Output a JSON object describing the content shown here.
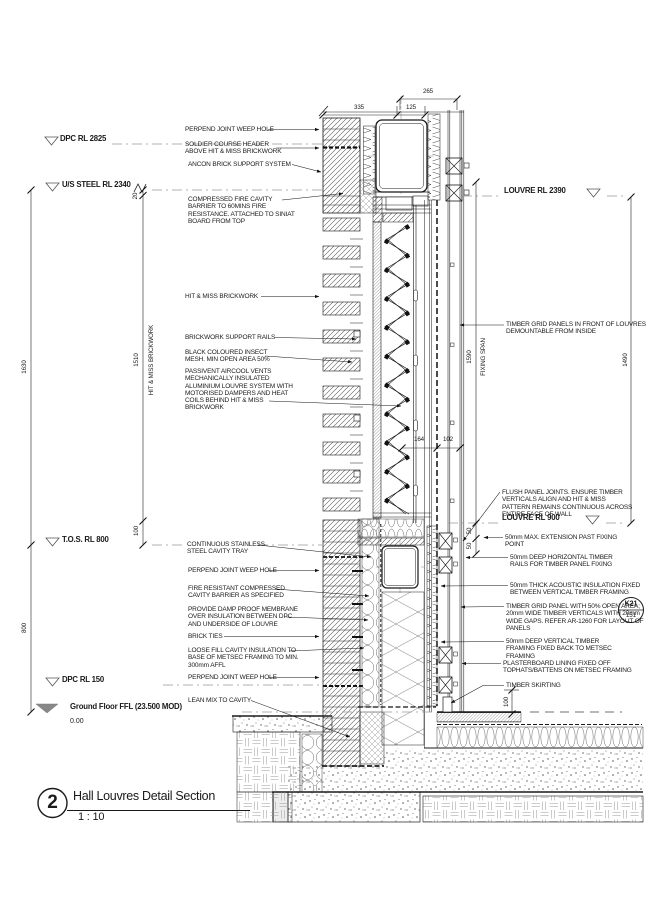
{
  "drawing": {
    "levels": {
      "dpc_2825": "DPC RL 2825",
      "us_steel_2340": "U/S STEEL RL 2340",
      "louvre_2390": "LOUVRE RL 2390",
      "tos_800": "T.O.S. RL 800",
      "louvre_900": "LOUVRE RL 900",
      "dpc_150": "DPC RL 150",
      "ground_ffl": "Ground Floor FFL (23.500 MOD)",
      "ground_ffl_value": "0.00"
    },
    "dims": {
      "top_265": "265",
      "top_335": "335",
      "top_125": "125",
      "left_1630": "1630",
      "left_20": "20",
      "left_1510": "1510",
      "left_hit_miss": "HIT & MISS BRICKWORK",
      "left_100": "100",
      "left_800": "800",
      "mid_164": "164",
      "mid_102": "102",
      "right_1590": "1590",
      "right_fixing_span": "FIXING SPAN",
      "right_1490": "1490",
      "right_50a": "50",
      "right_50b": "50",
      "bottom_100": "100"
    },
    "annotations_left": [
      {
        "lines": [
          "PERPEND JOINT WEEP HOLE"
        ]
      },
      {
        "lines": [
          "SOLDIER COURSE HEADER",
          "ABOVE HIT & MISS BRICKWORK"
        ]
      },
      {
        "lines": [
          "ANCON BRICK SUPPORT SYSTEM"
        ]
      },
      {
        "lines": [
          "COMPRESSED FIRE CAVITY",
          "BARRIER TO 60MINS FIRE",
          "RESISTANCE. ATTACHED TO SINIAT",
          "BOARD FROM TOP"
        ]
      },
      {
        "lines": [
          "HIT & MISS BRICKWORK"
        ]
      },
      {
        "lines": [
          "BRICKWORK SUPPORT RAILS"
        ]
      },
      {
        "lines": [
          "BLACK COLOURED INSECT",
          "MESH. MIN OPEN AREA 50%"
        ]
      },
      {
        "lines": [
          "PASSIVENT AIRCOOL VENTS",
          "MECHANICALLY INSULATED",
          "ALUMINIUM LOUVRE SYSTEM WITH",
          "MOTORISED DAMPERS AND HEAT",
          "COILS BEHIND HIT & MISS",
          "BRICKWORK"
        ]
      },
      {
        "lines": [
          "CONTINUOUS STAINLESS",
          "STEEL CAVITY TRAY"
        ]
      },
      {
        "lines": [
          "PERPEND JOINT WEEP HOLE"
        ]
      },
      {
        "lines": [
          "FIRE RESISTANT COMPRESSED",
          "CAVITY BARRIER AS SPECIFIED"
        ]
      },
      {
        "lines": [
          "PROVIDE DAMP PROOF MEMBRANE",
          "OVER INSULATION BETWEEN DPC",
          "AND UNDERSIDE OF LOUVRE"
        ]
      },
      {
        "lines": [
          "BRICK TIES"
        ]
      },
      {
        "lines": [
          "LOOSE FILL CAVITY INSULATION TO",
          "BASE OF METSEC FRAMING TO MIN.",
          "300mm AFFL"
        ]
      },
      {
        "lines": [
          "PERPEND JOINT WEEP HOLE"
        ]
      },
      {
        "lines": [
          "LEAN MIX TO CAVITY"
        ]
      }
    ],
    "annotations_right": [
      {
        "lines": [
          "TIMBER GRID PANELS IN FRONT OF LOUVRES",
          "DEMOUNTABLE FROM INSIDE"
        ]
      },
      {
        "lines": [
          "FLUSH PANEL JOINTS. ENSURE TIMBER",
          "VERTICALS ALIGN AND HIT & MISS",
          "PATTERN REMAINS CONTINUOUS ACROSS",
          "ENTIRE FACE OF WALL"
        ]
      },
      {
        "lines": [
          "50mm MAX. EXTENSION PAST FIXING",
          "POINT"
        ]
      },
      {
        "lines": [
          "50mm DEEP HORIZONTAL TIMBER",
          "RAILS FOR TIMBER PANEL FIXING"
        ]
      },
      {
        "lines": [
          "50mm THICK ACOUSTIC INSULATION FIXED",
          "BETWEEN VERTICAL TIMBER FRAMING"
        ]
      },
      {
        "lines": [
          "TIMBER GRID PANEL WITH 50% OPEN AREA;",
          "20mm WIDE TIMBER VERTICALS WITH 20mm",
          "WIDE GAPS. REFER AR-1260 FOR LAYOUT OF",
          "PANELS"
        ]
      },
      {
        "lines": [
          "50mm DEEP VERTICAL TIMBER",
          "FRAMING FIXED BACK TO METSEC",
          "FRAMING"
        ]
      },
      {
        "lines": [
          "PLASTERBOARD LINING FIXED OFF",
          "TOPHATS/BATTENS ON METSEC FRAMING"
        ]
      },
      {
        "lines": [
          "TIMBER SKIRTING"
        ]
      }
    ],
    "keynote": {
      "code": "K21",
      "number": "151"
    },
    "title": {
      "number": "2",
      "name": "Hall Louvres Detail Section",
      "scale": "1 : 10"
    },
    "colors": {
      "line": "#1a1a1a",
      "level_line": "#999999"
    }
  }
}
